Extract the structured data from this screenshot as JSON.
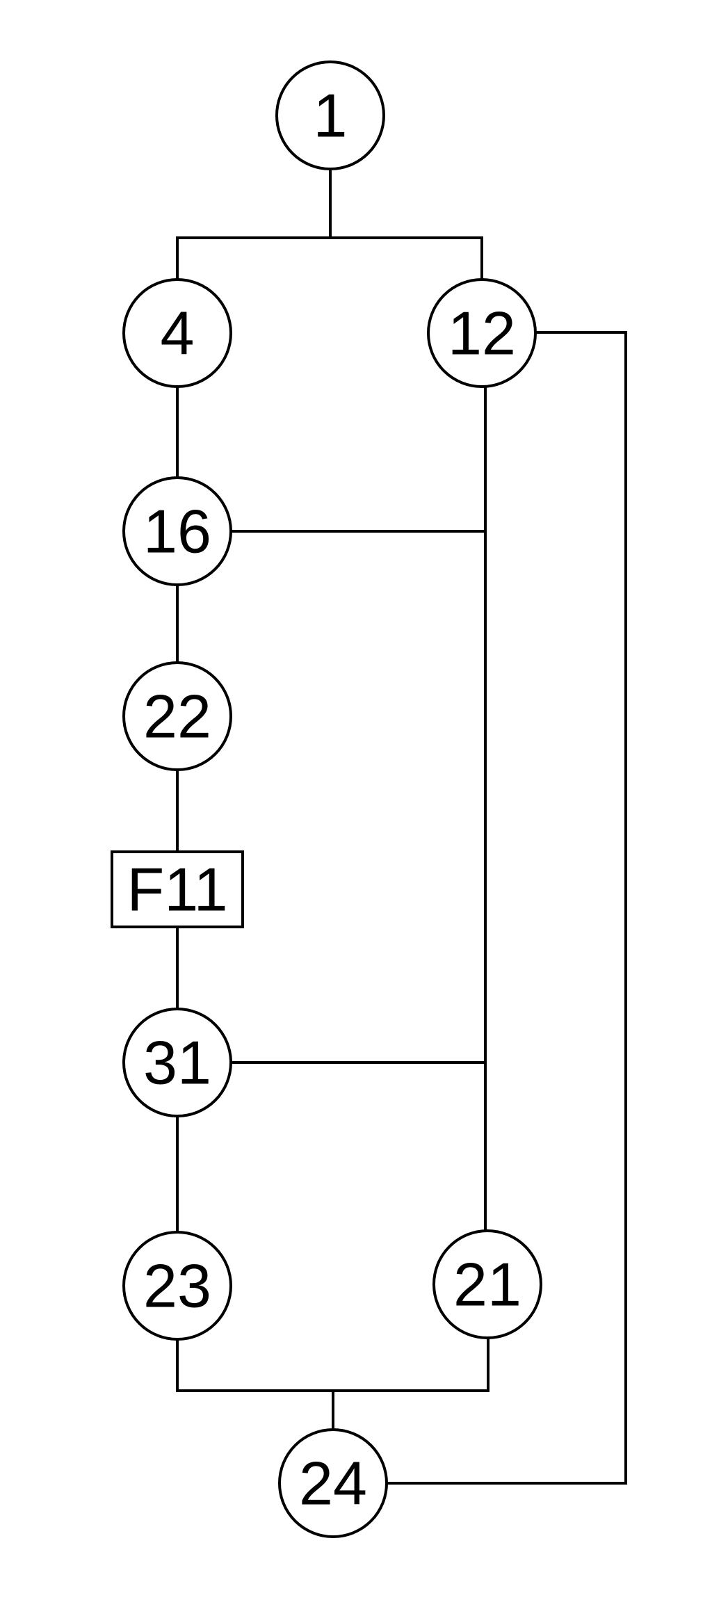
{
  "diagram": {
    "nodes": [
      {
        "id": "n1",
        "label": "1",
        "shape": "circle"
      },
      {
        "id": "n4",
        "label": "4",
        "shape": "circle"
      },
      {
        "id": "n12",
        "label": "12",
        "shape": "circle"
      },
      {
        "id": "n16",
        "label": "16",
        "shape": "circle"
      },
      {
        "id": "n22",
        "label": "22",
        "shape": "circle"
      },
      {
        "id": "nF11",
        "label": "F11",
        "shape": "rect"
      },
      {
        "id": "n31",
        "label": "31",
        "shape": "circle"
      },
      {
        "id": "n23",
        "label": "23",
        "shape": "circle"
      },
      {
        "id": "n21",
        "label": "21",
        "shape": "circle"
      },
      {
        "id": "n24",
        "label": "24",
        "shape": "circle"
      }
    ],
    "colors": {
      "line": "#000000",
      "background": "#ffffff"
    }
  }
}
